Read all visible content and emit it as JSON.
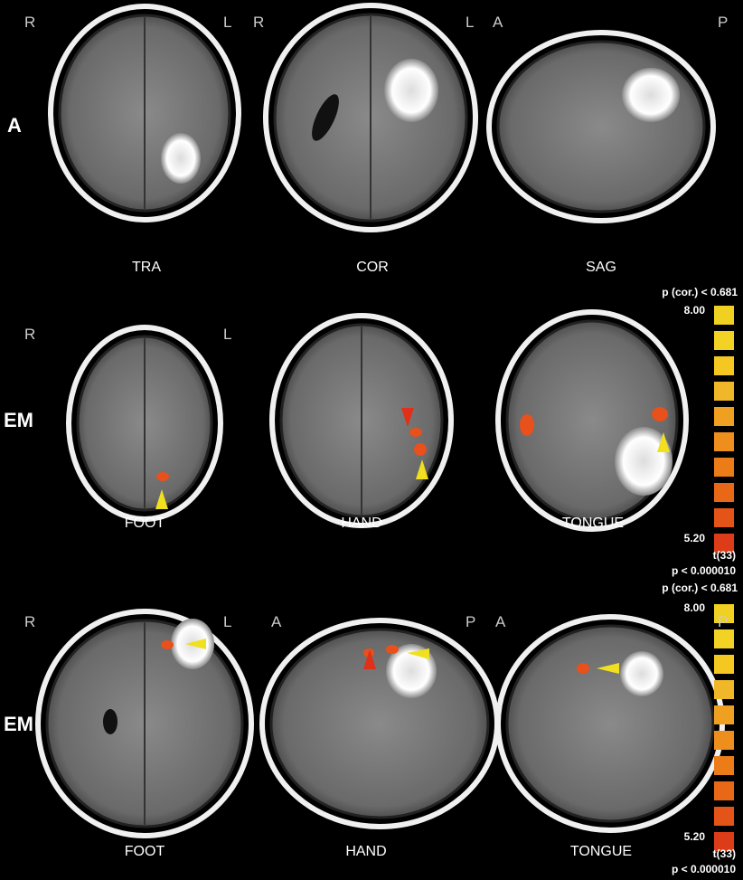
{
  "rows": [
    {
      "label": "A",
      "orientations": [
        "R",
        "L",
        "R",
        "L",
        "A",
        "P"
      ],
      "captions": [
        "TRA",
        "COR",
        "SAG"
      ]
    },
    {
      "label": "EM",
      "orientations": [
        "R",
        "L"
      ],
      "captions": [
        "FOOT",
        "HAND",
        "TONGUE"
      ]
    },
    {
      "label": "EM",
      "orientations": [
        "R",
        "L",
        "A",
        "P",
        "A",
        "P"
      ],
      "captions": [
        "FOOT",
        "HAND",
        "TONGUE"
      ]
    }
  ],
  "colorbar": {
    "title": "p (cor.) < 0.681",
    "max_label": "8.00",
    "min_label": "5.20",
    "stat_label": "t(33)",
    "p_label": "p < 0.000010",
    "colors": [
      "#f0d020",
      "#f2d224",
      "#f4c820",
      "#f0b828",
      "#f0a020",
      "#ee8e1c",
      "#ec7c18",
      "#e86818",
      "#e45418",
      "#dc3c18"
    ]
  },
  "colors": {
    "activation": "#e8501c",
    "arrow_yellow": "#f0e020",
    "arrow_red": "#e03018"
  }
}
